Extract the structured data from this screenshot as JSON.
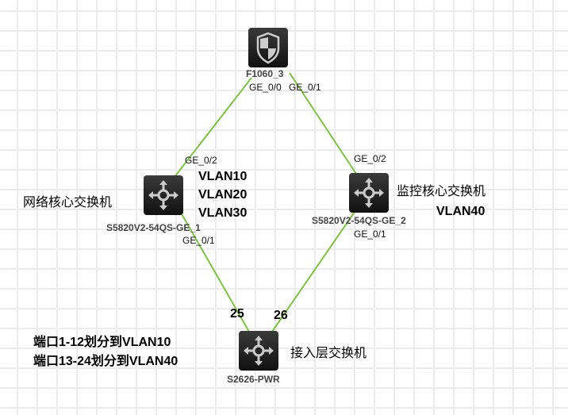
{
  "colors": {
    "link": "#7dc242",
    "device": "#222222",
    "grid": "#ececec"
  },
  "devices": {
    "firewall": {
      "name": "F1060_3",
      "icon": "shield-icon"
    },
    "core1": {
      "name": "S5820V2-54QS-GE_1",
      "role": "网络核心交换机",
      "vlans": [
        "VLAN10",
        "VLAN20",
        "VLAN30"
      ],
      "icon": "switch-icon"
    },
    "core2": {
      "name": "S5820V2-54QS-GE_2",
      "role": "监控核心交换机",
      "vlans": [
        "VLAN40"
      ],
      "icon": "switch-icon"
    },
    "access": {
      "name": "S2626-PWR",
      "role": "接入层交换机",
      "icon": "switch-icon"
    }
  },
  "ports": {
    "fw_left": "GE_0/0",
    "fw_right": "GE_0/1",
    "core1_up": "GE_0/2",
    "core1_down": "GE_0/1",
    "core2_up": "GE_0/2",
    "core2_down": "GE_0/1",
    "access_left": "25",
    "access_right": "26"
  },
  "notes": [
    "端口1-12划分到VLAN10",
    "端口13-24划分到VLAN40"
  ]
}
